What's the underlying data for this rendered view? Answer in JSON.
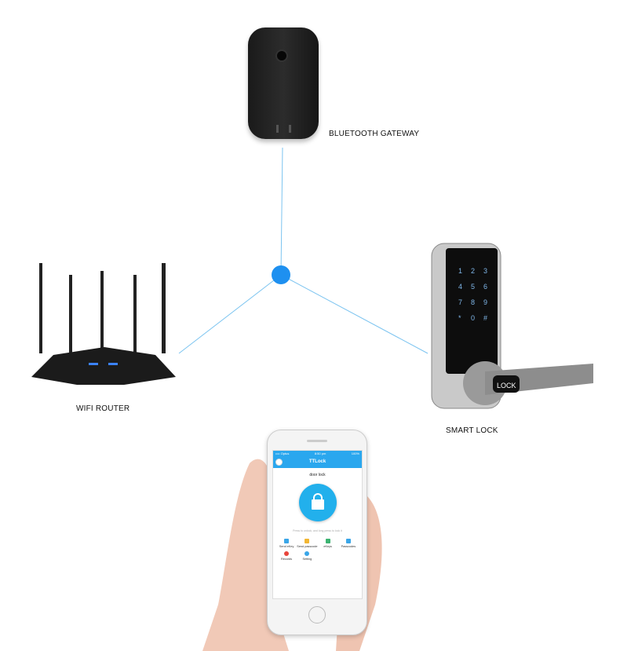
{
  "labels": {
    "gateway": "BLUETOOTH GATEWAY",
    "router": "WIFI ROUTER",
    "lock": "SMART LOCK"
  },
  "colors": {
    "link_line": "#7cc4f0",
    "hub_dot": "#1e90f0",
    "app_accent": "#2aa7ee"
  },
  "lock_keypad": [
    "1",
    "2",
    "3",
    "4",
    "5",
    "6",
    "7",
    "8",
    "9",
    "*",
    "0",
    "#"
  ],
  "lock_handle_text": "LOCK",
  "app": {
    "status": {
      "carrier": "•••• Optus",
      "time": "8:50 pm",
      "battery": "100%"
    },
    "title": "TTLock",
    "lock_name": "door lock",
    "hint": "Press to unlock, and long press to lock it",
    "actions": [
      {
        "label": "Send eKey",
        "icon": "send-ekey-icon",
        "color": "#3aa6e8"
      },
      {
        "label": "Send passcode",
        "icon": "send-passcode-icon",
        "color": "#f2b632"
      },
      {
        "label": "eKeys",
        "icon": "ekeys-icon",
        "color": "#3cb371"
      },
      {
        "label": "Passcodes",
        "icon": "passcodes-icon",
        "color": "#3aa6e8"
      },
      {
        "label": "Records",
        "icon": "records-icon",
        "color": "#e8453c"
      },
      {
        "label": "Setting",
        "icon": "gear-icon",
        "color": "#3aa6e8"
      }
    ]
  }
}
